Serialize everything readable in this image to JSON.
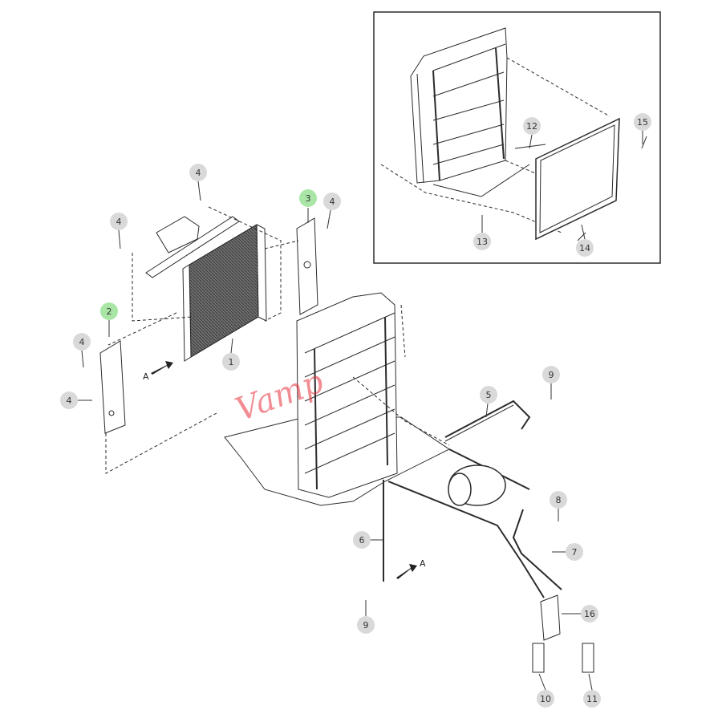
{
  "diagram": {
    "callouts": [
      {
        "id": "c1",
        "label": "1",
        "highlight": false
      },
      {
        "id": "c2",
        "label": "2",
        "highlight": true
      },
      {
        "id": "c3",
        "label": "3",
        "highlight": true
      },
      {
        "id": "c4a",
        "label": "4",
        "highlight": false
      },
      {
        "id": "c4b",
        "label": "4",
        "highlight": false
      },
      {
        "id": "c4c",
        "label": "4",
        "highlight": false
      },
      {
        "id": "c4d",
        "label": "4",
        "highlight": false
      },
      {
        "id": "c4e",
        "label": "4",
        "highlight": false
      },
      {
        "id": "c5",
        "label": "5",
        "highlight": false
      },
      {
        "id": "c6",
        "label": "6",
        "highlight": false
      },
      {
        "id": "c7",
        "label": "7",
        "highlight": false
      },
      {
        "id": "c8",
        "label": "8",
        "highlight": false
      },
      {
        "id": "c9a",
        "label": "9",
        "highlight": false
      },
      {
        "id": "c9b",
        "label": "9",
        "highlight": false
      },
      {
        "id": "c10",
        "label": "10",
        "highlight": false
      },
      {
        "id": "c11",
        "label": "11",
        "highlight": false
      },
      {
        "id": "c12",
        "label": "12",
        "highlight": false
      },
      {
        "id": "c13",
        "label": "13",
        "highlight": false
      },
      {
        "id": "c14",
        "label": "14",
        "highlight": false
      },
      {
        "id": "c15",
        "label": "15",
        "highlight": false
      },
      {
        "id": "c16",
        "label": "16",
        "highlight": false
      }
    ],
    "view_marker_left": "A",
    "view_marker_right": "A",
    "watermark": "Vamp",
    "colors": {
      "line": "#2b2b2b",
      "callout_fill": "#d9d9d9",
      "highlight_fill": "#a9e6a6",
      "watermark": "#e8323c"
    }
  }
}
